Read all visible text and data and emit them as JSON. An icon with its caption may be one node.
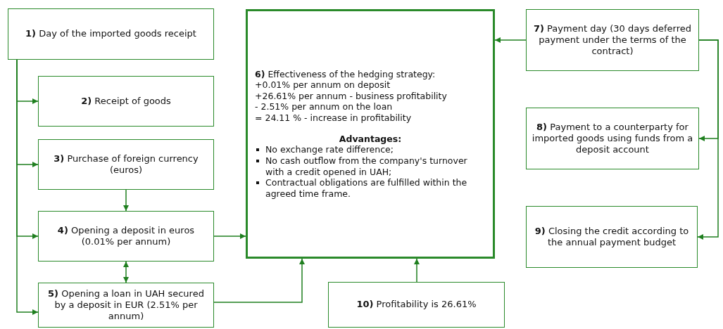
{
  "diagram": {
    "nodes": [
      {
        "text": [
          "**1)** Day of the imported goods receipt"
        ]
      },
      {
        "text": [
          "**2)** Receipt of goods"
        ]
      },
      {
        "text": [
          "**3)** Purchase of foreign currency (euros)"
        ]
      },
      {
        "text": [
          "**4)** Opening a deposit in euros (0.01% per annum)"
        ]
      },
      {
        "text": [
          "**5)** Opening a loan in UAH secured by a deposit in EUR (2.51% per annum)"
        ]
      },
      {
        "text": [
          "**6)** Effectiveness of the hedging strategy:",
          "+0.01% per annum on deposit",
          "+26.61% per annum - business profitability",
          "- 2.51% per annum on the loan",
          "= 24.11 % - increase in profitability",
          "Advantages:",
          "No exchange rate difference;",
          "No cash outflow from the company's turnover with a credit opened in UAH;",
          "Contractual obligations are fulfilled within the agreed time frame."
        ]
      },
      {
        "text": [
          "**7)** Payment day (30 days deferred payment under the terms of the contract)"
        ]
      },
      {
        "text": [
          "**8)** Payment to a counterparty for imported goods using funds from a deposit account"
        ]
      },
      {
        "text": [
          "**9)** Closing the credit according to the annual payment budget"
        ]
      },
      {
        "text": [
          "**10)** Profitability is 26.61%"
        ]
      }
    ],
    "edges": [
      {
        "from": 0,
        "to": 1,
        "arrow": "to"
      },
      {
        "from": 0,
        "to": 2,
        "arrow": "to"
      },
      {
        "from": 0,
        "to": 3,
        "arrow": "to"
      },
      {
        "from": 0,
        "to": 4,
        "arrow": "to"
      },
      {
        "from": 2,
        "to": 3,
        "arrow": "to"
      },
      {
        "from": 3,
        "to": 4,
        "arrow": "both"
      },
      {
        "from": 3,
        "to": 5,
        "arrow": "to"
      },
      {
        "from": 4,
        "to": 5,
        "arrow": "to"
      },
      {
        "from": 6,
        "to": 5,
        "arrow": "to"
      },
      {
        "from": 6,
        "to": 7,
        "arrow": "to"
      },
      {
        "from": 6,
        "to": 8,
        "arrow": "to"
      },
      {
        "from": 9,
        "to": 5,
        "arrow": "to"
      }
    ]
  }
}
